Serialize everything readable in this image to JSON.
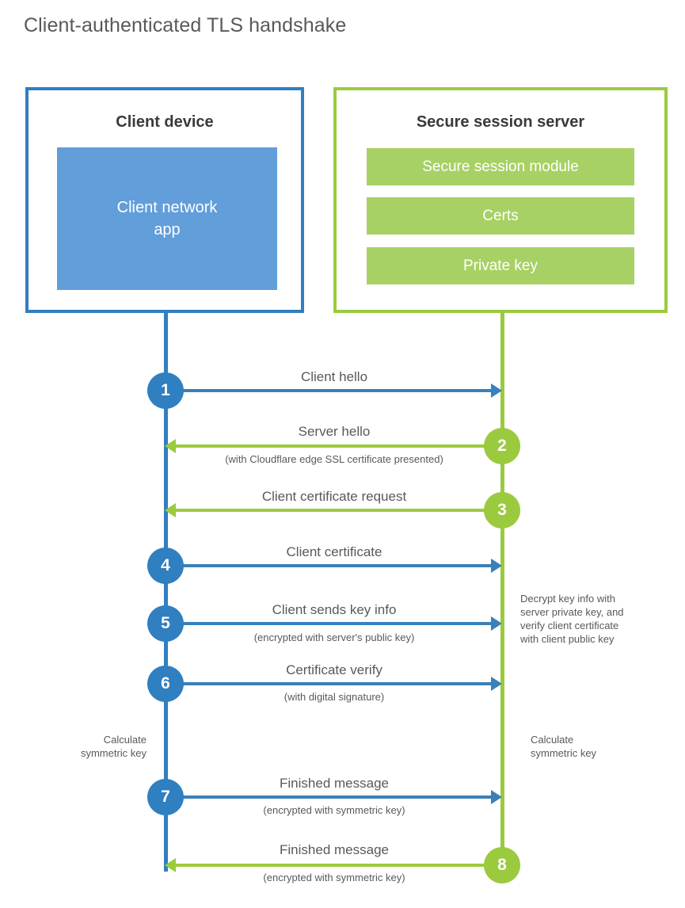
{
  "title": "Client-authenticated TLS handshake",
  "colors": {
    "blue": "#2f7fc1",
    "blue_light": "#619eda",
    "blue_arrow": "#3a80b9",
    "green": "#9bca3e",
    "green_light": "#a7d164",
    "text": "#58595b",
    "heading": "#3a3a3c"
  },
  "parties": {
    "client": {
      "title": "Client device",
      "app_label": "Client network\napp"
    },
    "server": {
      "title": "Secure session server",
      "items": [
        {
          "label": "Secure session module"
        },
        {
          "label": "Certs"
        },
        {
          "label": "Private key"
        }
      ]
    }
  },
  "steps": [
    {
      "number": "1",
      "label": "Client hello",
      "sublabel": "",
      "direction": "client-to-server",
      "color": "blue"
    },
    {
      "number": "2",
      "label": "Server hello",
      "sublabel": "(with Cloudflare edge SSL certificate presented)",
      "direction": "server-to-client",
      "color": "green"
    },
    {
      "number": "3",
      "label": "Client certificate request",
      "sublabel": "",
      "direction": "server-to-client",
      "color": "green"
    },
    {
      "number": "4",
      "label": "Client certificate",
      "sublabel": "",
      "direction": "client-to-server",
      "color": "blue"
    },
    {
      "number": "5",
      "label": "Client sends key info",
      "sublabel": "(encrypted with server's public key)",
      "direction": "client-to-server",
      "color": "blue"
    },
    {
      "number": "6",
      "label": "Certificate verify",
      "sublabel": "(with digital signature)",
      "direction": "client-to-server",
      "color": "blue"
    },
    {
      "number": "7",
      "label": "Finished message",
      "sublabel": "(encrypted with symmetric key)",
      "direction": "client-to-server",
      "color": "blue"
    },
    {
      "number": "8",
      "label": "Finished message",
      "sublabel": "(encrypted with symmetric key)",
      "direction": "server-to-client",
      "color": "green"
    }
  ],
  "annotations": {
    "server_decrypt": "Decrypt key info with\nserver private key, and\nverify client certificate\nwith client public key",
    "client_calculate": "Calculate\nsymmetric key",
    "server_calculate": "Calculate\nsymmetric key"
  }
}
